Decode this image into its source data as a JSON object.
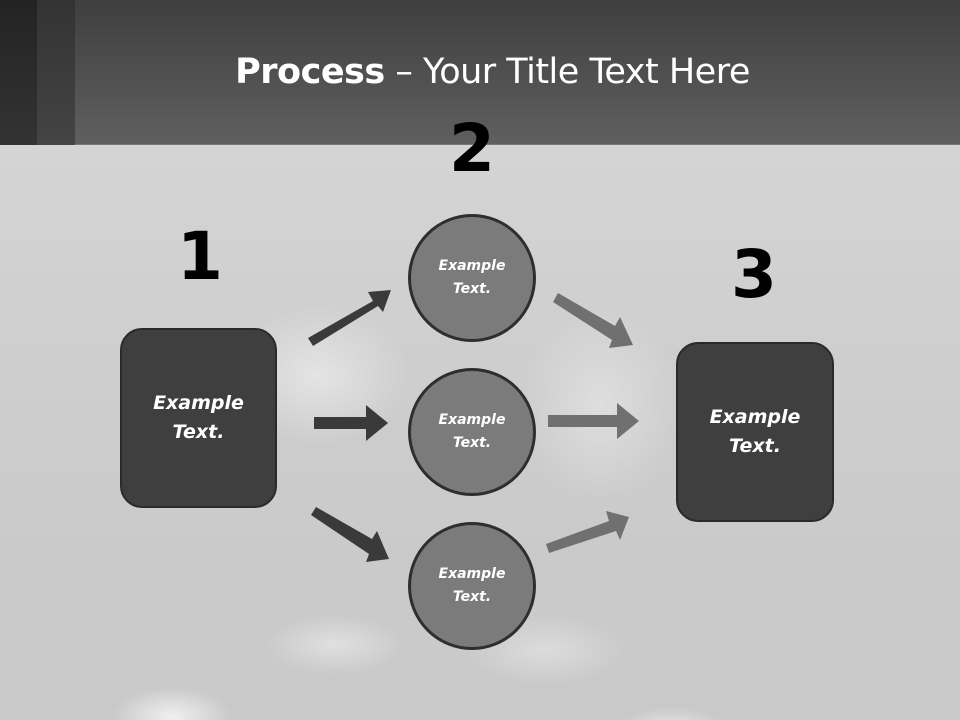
{
  "slide": {
    "title_bold": "Process",
    "title_rest": " – Your Title Text Here",
    "steps": [
      {
        "number": "1",
        "box_text_line1": "Example",
        "box_text_line2": "Text."
      },
      {
        "number": "2"
      },
      {
        "number": "3",
        "box_text_line1": "Example",
        "box_text_line2": "Text."
      }
    ],
    "circles": [
      {
        "line1": "Example",
        "line2": "Text."
      },
      {
        "line1": "Example",
        "line2": "Text."
      },
      {
        "line1": "Example",
        "line2": "Text."
      }
    ],
    "colors": {
      "header_top": "#3f3f3f",
      "header_bottom": "#5f5f5f",
      "box_fill": "#3f3f3f",
      "circle_fill": "#7b7b7b",
      "arrow_dark": "#3a3a3a",
      "arrow_light": "#707070",
      "background": "#cdcdcd"
    }
  }
}
